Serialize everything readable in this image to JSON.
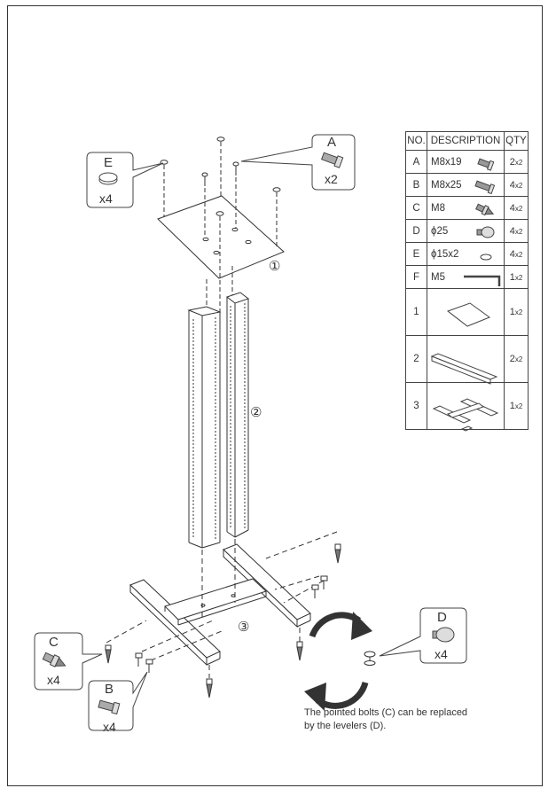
{
  "table": {
    "headers": {
      "no": "NO.",
      "description": "DESCRIPTION",
      "qty": "QTY"
    },
    "rows": [
      {
        "no": "A",
        "description": "M8x19",
        "qty": "2",
        "qty_unit": "x2",
        "icon": "bolt-icon"
      },
      {
        "no": "B",
        "description": "M8x25",
        "qty": "4",
        "qty_unit": "x2",
        "icon": "bolt-icon"
      },
      {
        "no": "C",
        "description": "M8",
        "qty": "4",
        "qty_unit": "x2",
        "icon": "spike-icon"
      },
      {
        "no": "D",
        "description": "ϕ25",
        "qty": "4",
        "qty_unit": "x2",
        "icon": "leveler-icon"
      },
      {
        "no": "E",
        "description": "ϕ15x2",
        "qty": "4",
        "qty_unit": "x2",
        "icon": "pad-icon"
      },
      {
        "no": "F",
        "description": "M5",
        "qty": "1",
        "qty_unit": "x2",
        "icon": "hex-key-icon"
      },
      {
        "no": "1",
        "description": "",
        "qty": "1",
        "qty_unit": "x2",
        "icon": "top-plate-icon"
      },
      {
        "no": "2",
        "description": "",
        "qty": "2",
        "qty_unit": "x2",
        "icon": "column-icon"
      },
      {
        "no": "3",
        "description": "",
        "qty": "1",
        "qty_unit": "x2",
        "icon": "base-frame-icon"
      }
    ]
  },
  "callouts": {
    "A": {
      "letter": "A",
      "count": "x2"
    },
    "B": {
      "letter": "B",
      "count": "x4"
    },
    "C": {
      "letter": "C",
      "count": "x4"
    },
    "D": {
      "letter": "D",
      "count": "x4"
    },
    "E": {
      "letter": "E",
      "count": "x4"
    }
  },
  "steps": {
    "one": "①",
    "two": "②",
    "three": "③"
  },
  "note": {
    "line1": "The pointed bolts (C) can be replaced",
    "line2": "by the levelers (D)."
  },
  "colors": {
    "ink": "#333333",
    "paper": "#ffffff"
  }
}
